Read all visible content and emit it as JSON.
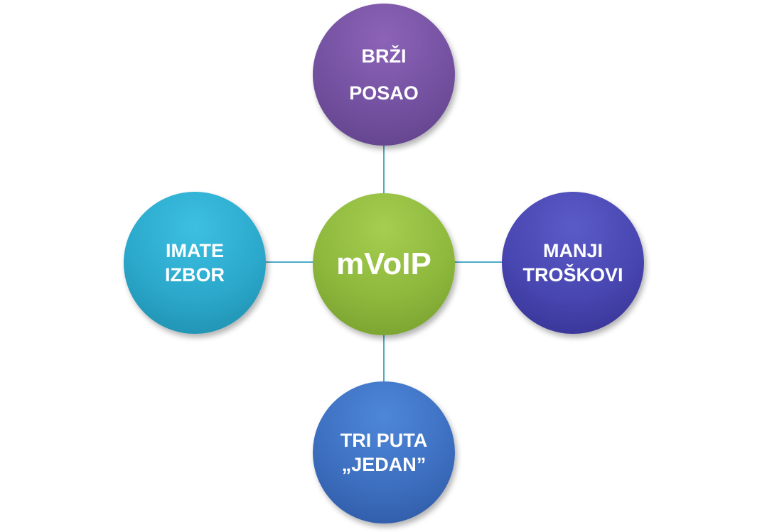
{
  "diagram": {
    "center": {
      "lines": [
        "mVoIP"
      ]
    },
    "top": {
      "lines": [
        "BRŽI",
        "POSAO"
      ]
    },
    "left": {
      "lines": [
        "IMATE",
        "IZBOR"
      ]
    },
    "right": {
      "lines": [
        "MANJI",
        "TROŠKOVI"
      ]
    },
    "bottom": {
      "lines": [
        "TRI PUTA",
        "„JEDAN”"
      ]
    }
  },
  "colors": {
    "connector": "#4bacc6",
    "center": "#8db83c",
    "top": "#7451a0",
    "left": "#2ba8cb",
    "right": "#4846b0",
    "bottom": "#3d6fc0"
  }
}
